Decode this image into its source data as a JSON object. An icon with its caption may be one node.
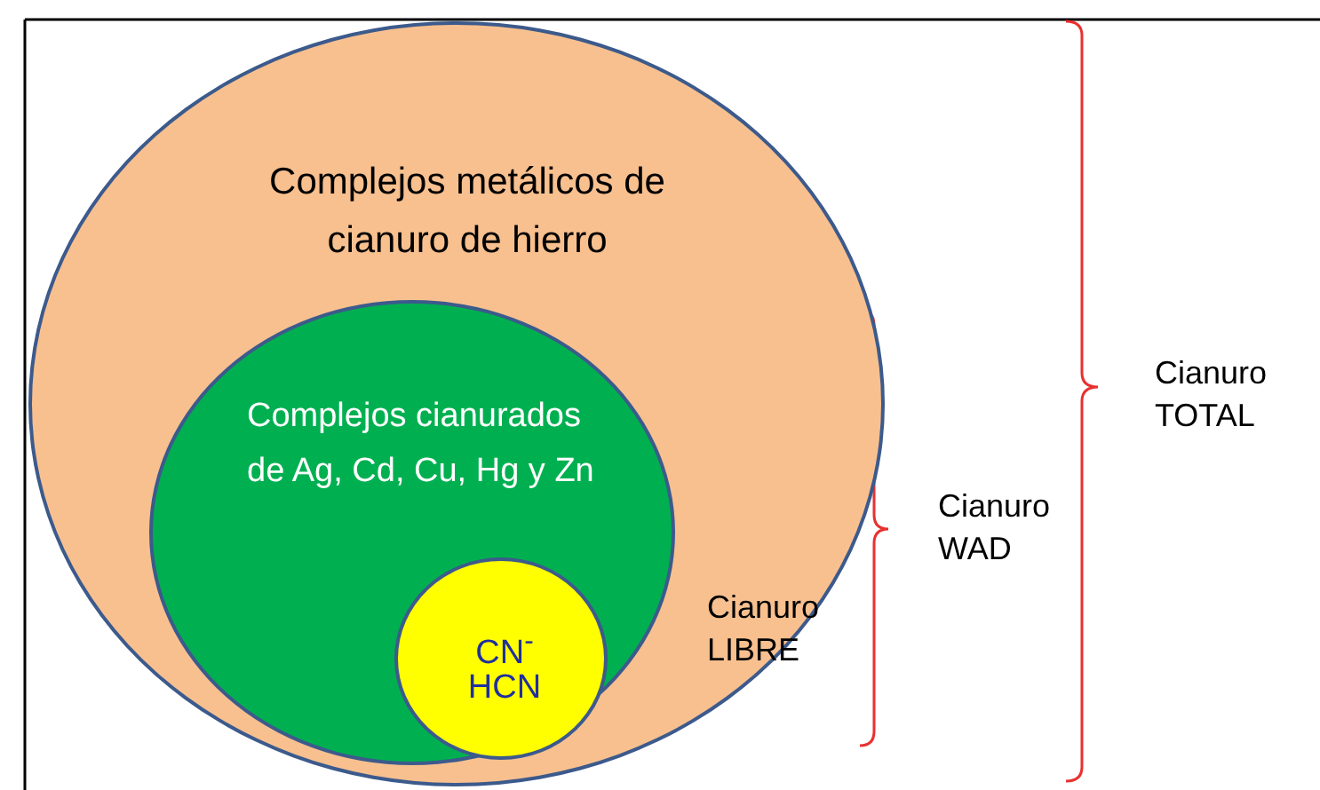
{
  "diagram": {
    "nodes": [
      {
        "text": [
          "Complejos metálicos de cianuro de hierro"
        ]
      },
      {
        "text": [
          "Complejos cianurados de Ag, Cd, Cu, Hg y Zn"
        ],
        "in": 0
      },
      {
        "text": [
          "CN$^{-}$",
          "HCN"
        ],
        "in": 1
      }
    ],
    "labels": [
      "Cianuro TOTAL",
      "Cianuro WAD",
      "Cianuro LIBRE"
    ]
  }
}
